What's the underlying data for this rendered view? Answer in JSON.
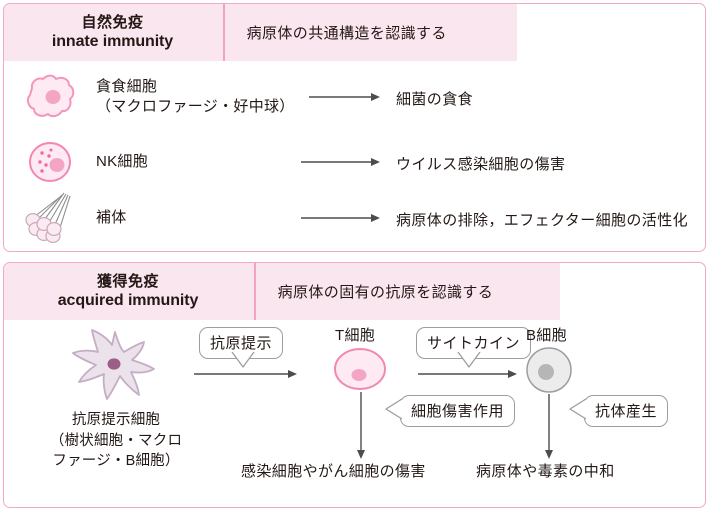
{
  "figure": {
    "panels": [
      {
        "id": "innate",
        "title_jp": "自然免疫",
        "title_en": "innate immunity",
        "subtitle": "病原体の共通構造を認識する",
        "rows": [
          {
            "icon": "phagocyte-cell-icon",
            "label_line1": "貪食細胞",
            "label_line2": "（マクロファージ・好中球）",
            "arrow": "arrow-right-icon",
            "result": "細菌の貪食"
          },
          {
            "icon": "nk-cell-icon",
            "label_line1": "NK細胞",
            "label_line2": "",
            "arrow": "arrow-right-icon",
            "result": "ウイルス感染細胞の傷害"
          },
          {
            "icon": "complement-icon",
            "label_line1": "補体",
            "label_line2": "",
            "arrow": "arrow-right-icon",
            "result": "病原体の排除，エフェクター細胞の活性化"
          }
        ]
      },
      {
        "id": "acquired",
        "title_jp": "獲得免疫",
        "title_en": "acquired immunity",
        "subtitle": "病原体の固有の抗原を認識する"
      }
    ],
    "acquired_diagram": {
      "apc": {
        "icon": "dendritic-cell-icon",
        "caption_line1": "抗原提示細胞",
        "caption_line2": "（樹状細胞・マクロ",
        "caption_line3": "ファージ・B細胞）"
      },
      "t_cell": {
        "icon": "t-cell-icon",
        "name": "T細胞",
        "outcome": "感染細胞やがん細胞の傷害"
      },
      "b_cell": {
        "icon": "b-cell-icon",
        "name": "B細胞",
        "outcome": "病原体や毒素の中和"
      },
      "callouts": [
        {
          "id": "antigen-presentation",
          "label": "抗原提示"
        },
        {
          "id": "cytokine",
          "label": "サイトカイン"
        },
        {
          "id": "cytotoxicity",
          "label": "細胞傷害作用"
        },
        {
          "id": "antibody-production",
          "label": "抗体産生"
        }
      ]
    },
    "colors": {
      "panel_border": "#f3a8c4",
      "header_band": "#fae6ef",
      "header_divider": "#f2a3c0",
      "text": "#231815",
      "pink_cell_fill": "#fdeaf2",
      "pink_cell_stroke": "#f386b2",
      "pink_nucleus": "#f4a5c4",
      "dendritic_fill": "#ece2ec",
      "dendritic_stroke": "#c3aec3",
      "dendritic_nucleus": "#9b5f86",
      "gray_cell_fill": "#ececec",
      "gray_cell_stroke": "#9d9d9d",
      "gray_nucleus": "#b6b6b6",
      "arrow": "#4d4d4d",
      "callout_stroke": "#9d9d9d"
    }
  }
}
